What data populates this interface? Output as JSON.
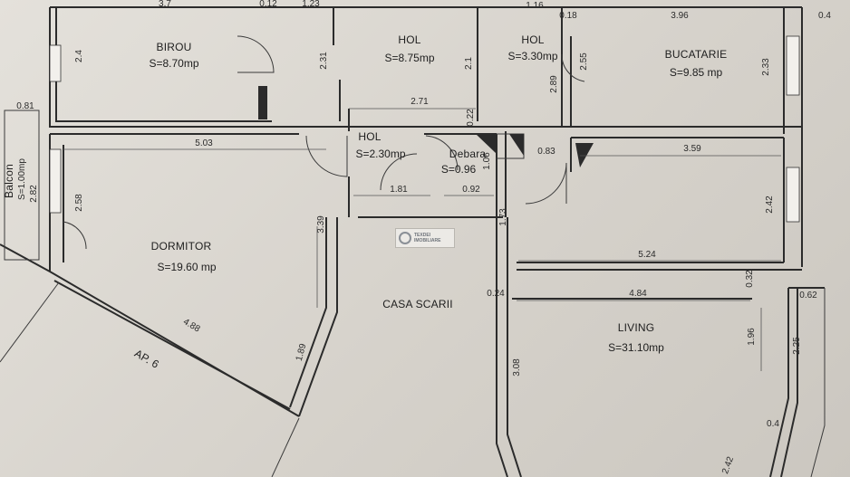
{
  "rooms": {
    "birou": {
      "name": "BIROU",
      "area": "S=8.70mp"
    },
    "hol1": {
      "name": "HOL",
      "area": "S=8.75mp"
    },
    "hol2": {
      "name": "HOL",
      "area": "S=3.30mp"
    },
    "bucatarie": {
      "name": "BUCATARIE",
      "area": "S=9.85 mp"
    },
    "hol3": {
      "name": "HOL",
      "area": "S=2.30mp"
    },
    "debara": {
      "name": "Debara",
      "area": "S=0.96"
    },
    "dormitor": {
      "name": "DORMITOR",
      "area": "S=19.60 mp"
    },
    "casa_scarii": {
      "name": "CASA SCARII",
      "area": ""
    },
    "living": {
      "name": "LIVING",
      "area": "S=31.10mp"
    },
    "balcon": {
      "name": "Balcon",
      "area": "S=1.00mp"
    },
    "ap": {
      "name": "AP. 6",
      "area": ""
    }
  },
  "dimensions": {
    "d_3_7": "3.7",
    "d_0_12": "0.12",
    "d_1_23": "1.23",
    "d_1_16": "1.16",
    "d_0_18": "0.18",
    "d_3_96": "3.96",
    "d_0_4_top": "0.4",
    "d_2_4": "2.4",
    "d_2_31": "2.31",
    "d_2_1": "2.1",
    "d_2_55": "2.55",
    "d_2_89": "2.89",
    "d_2_33": "2.33",
    "d_0_81": "0.81",
    "d_2_71": "2.71",
    "d_0_22": "0.22",
    "d_5_03": "5.03",
    "d_1_06": "1.06",
    "d_0_83": "0.83",
    "d_3_59": "3.59",
    "d_2_82": "2.82",
    "d_1_81": "1.81",
    "d_0_92": "0.92",
    "d_2_58": "2.58",
    "d_1_73": "1.73",
    "d_2_42_right": "2.42",
    "d_3_39": "3.39",
    "d_5_24": "5.24",
    "d_0_32": "0.32",
    "d_0_62": "0.62",
    "d_0_24": "0.24",
    "d_4_84": "4.84",
    "d_4_88": "4.88",
    "d_1_96": "1.96",
    "d_2_25": "2.25",
    "d_1_89": "1.89",
    "d_3_08": "3.08",
    "d_0_4_bottom": "0.4",
    "d_2_42_bottom": "2.42"
  },
  "watermark": {
    "line1": "TEXDEI",
    "line2": "IMOBILIARE"
  }
}
